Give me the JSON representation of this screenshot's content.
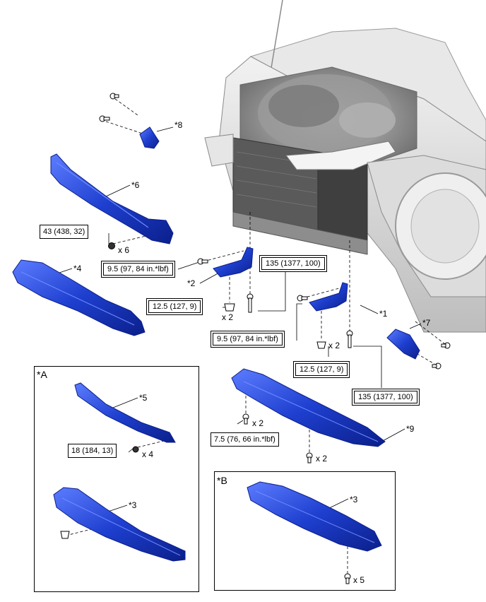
{
  "callouts": {
    "c8": "*8",
    "c6": "*6",
    "c4": "*4",
    "c2": "*2",
    "c1": "*1",
    "c7": "*7",
    "c9": "*9",
    "c5": "*5",
    "c3a": "*3",
    "c3b": "*3"
  },
  "groups": {
    "a": "*A",
    "b": "*B"
  },
  "torques": {
    "t43": "43 (438, 32)",
    "t95_left": "9.5 (97, 84 in.*lbf)",
    "t135_left": "135 (1377, 100)",
    "t125_left": "12.5 (127, 9)",
    "t95_right": "9.5 (97, 84 in.*lbf)",
    "t125_right": "12.5 (127, 9)",
    "t135_right": "135 (1377, 100)",
    "t75": "7.5 (76, 66 in.*lbf)",
    "t18": "18 (184, 13)"
  },
  "quantities": {
    "q6": "x 6",
    "q2_left": "x 2",
    "q2_right": "x 2",
    "q2_t75": "x 2",
    "q2_bottom": "x 2",
    "q4": "x 4",
    "q5": "x 5"
  },
  "colors": {
    "part_blue": "#1e3fcf",
    "part_dark": "#0b1f8a",
    "part_light": "#6f8cff",
    "vehicle_gray": "#d6d6d6",
    "vehicle_dark": "#8a8a8a"
  }
}
